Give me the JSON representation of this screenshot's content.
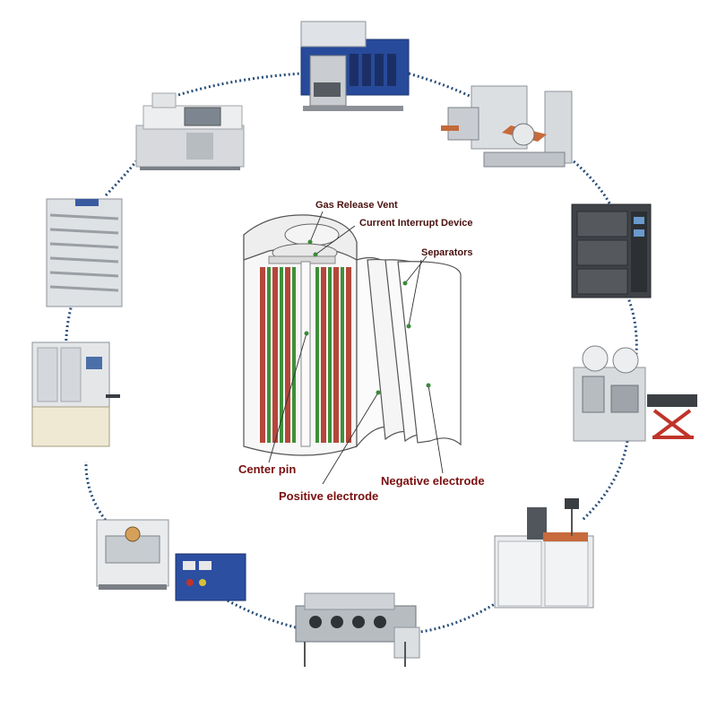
{
  "diagram": {
    "labels": {
      "gas_release_vent": "Gas Release Vent",
      "current_interrupt_device": "Current Interrupt Device",
      "separators": "Separators",
      "center_pin": "Center pin",
      "positive_electrode": "Positive electrode",
      "negative_electrode": "Negative electrode"
    },
    "colors": {
      "ring_dash": "#2a4f7a",
      "label_dark": "#4a1010",
      "label_red": "#7a0f0f",
      "electrode_green": "#3f8f3a",
      "electrode_red": "#b5473a",
      "pointer_dot": "#3a8a3a"
    },
    "machines": [
      {
        "icon": "electrode-coating-machine-icon"
      },
      {
        "icon": "slitting-line-machine-icon"
      },
      {
        "icon": "vacuum-oven-icon"
      },
      {
        "icon": "winding-machine-icon"
      },
      {
        "icon": "electrolyte-filling-machine-icon"
      },
      {
        "icon": "glove-box-icon"
      },
      {
        "icon": "sealing-machine-with-controller-icon"
      },
      {
        "icon": "cell-assembly-machine-icon"
      },
      {
        "icon": "battery-test-rack-icon"
      },
      {
        "icon": "planetary-mixer-icon"
      }
    ]
  }
}
